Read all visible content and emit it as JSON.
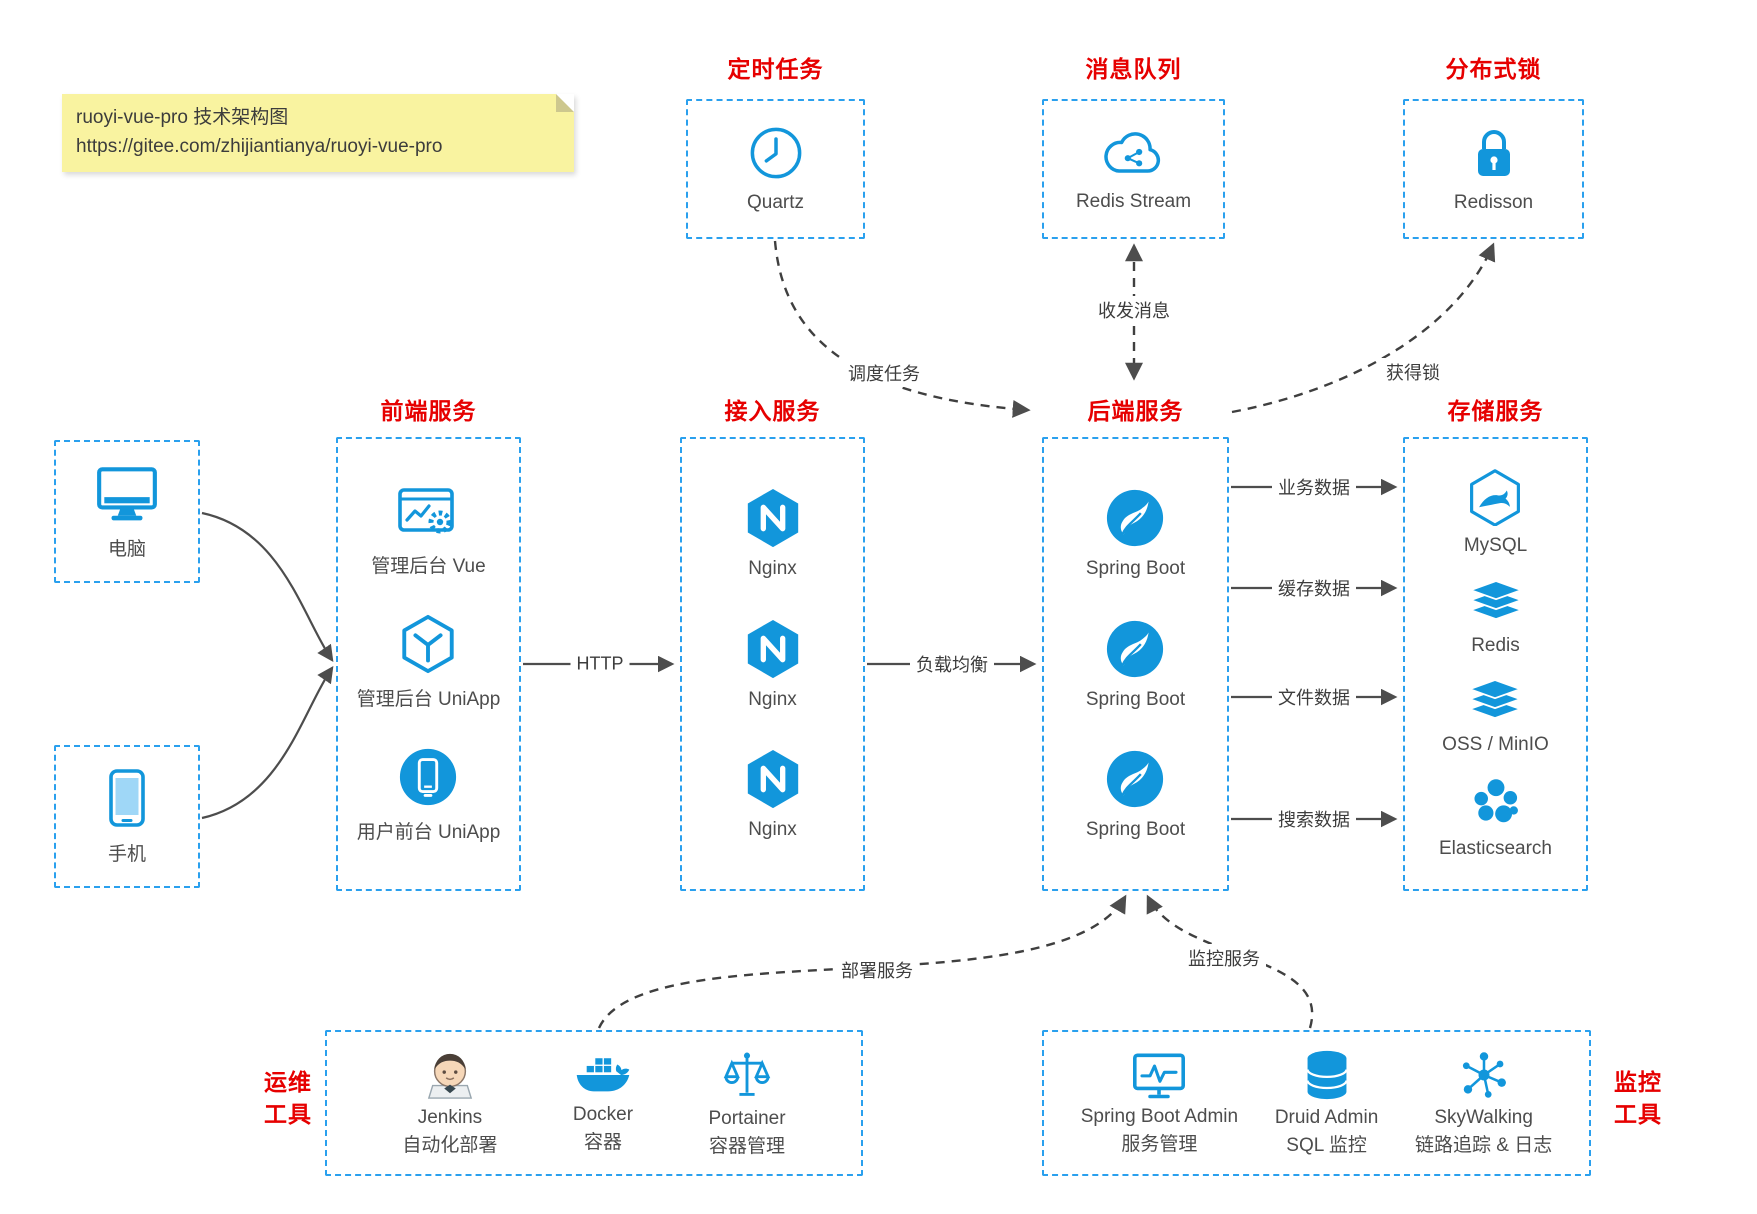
{
  "note": {
    "line1": "ruoyi-vue-pro 技术架构图",
    "line2": "https://gitee.com/zhijiantianya/ruoyi-vue-pro"
  },
  "colors": {
    "blue": "#1296db",
    "border_blue": "#2aa0ee",
    "red": "#e60000",
    "arrow": "#4d4d4d"
  },
  "top_services": {
    "scheduler": {
      "title": "定时任务",
      "label": "Quartz"
    },
    "message_queue": {
      "title": "消息队列",
      "label": "Redis Stream"
    },
    "distributed_lock": {
      "title": "分布式锁",
      "label": "Redisson"
    }
  },
  "clients": {
    "pc": {
      "label": "电脑"
    },
    "phone": {
      "label": "手机"
    }
  },
  "frontend": {
    "title": "前端服务",
    "items": [
      {
        "label": "管理后台 Vue"
      },
      {
        "label": "管理后台 UniApp"
      },
      {
        "label": "用户前台 UniApp"
      }
    ]
  },
  "gateway": {
    "title": "接入服务",
    "items": [
      {
        "label": "Nginx"
      },
      {
        "label": "Nginx"
      },
      {
        "label": "Nginx"
      }
    ]
  },
  "backend": {
    "title": "后端服务",
    "items": [
      {
        "label": "Spring Boot"
      },
      {
        "label": "Spring Boot"
      },
      {
        "label": "Spring Boot"
      }
    ]
  },
  "storage": {
    "title": "存储服务",
    "items": [
      {
        "label": "MySQL"
      },
      {
        "label": "Redis"
      },
      {
        "label": "OSS / MinIO"
      },
      {
        "label": "Elasticsearch"
      }
    ]
  },
  "ops_tools": {
    "title_line1": "运维",
    "title_line2": "工具",
    "items": [
      {
        "name": "Jenkins",
        "desc": "自动化部署"
      },
      {
        "name": "Docker",
        "desc": "容器"
      },
      {
        "name": "Portainer",
        "desc": "容器管理"
      }
    ]
  },
  "monitor_tools": {
    "title_line1": "监控",
    "title_line2": "工具",
    "items": [
      {
        "name": "Spring Boot Admin",
        "desc": "服务管理"
      },
      {
        "name": "Druid Admin",
        "desc": "SQL 监控"
      },
      {
        "name": "SkyWalking",
        "desc": "链路追踪 & 日志"
      }
    ]
  },
  "edges": {
    "http": "HTTP",
    "load_balance": "负载均衡",
    "business_data": "业务数据",
    "cache_data": "缓存数据",
    "file_data": "文件数据",
    "search_data": "搜索数据",
    "schedule_task": "调度任务",
    "send_receive": "收发消息",
    "acquire_lock": "获得锁",
    "deploy": "部署服务",
    "monitor": "监控服务"
  }
}
